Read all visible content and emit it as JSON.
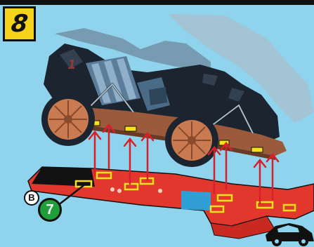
{
  "step": {
    "number": "8"
  },
  "part": {
    "letter": "B",
    "number": "7"
  },
  "car": {
    "side_number": "1"
  },
  "colors": {
    "background": "#8fd3ec",
    "badge": "#f5d31c",
    "arrow": "#d8202a",
    "base": "#e2372c",
    "slot": "#f6e21a",
    "wheel": "#c97a50",
    "part_number_circle": "#1f9e3a"
  },
  "icons": [
    "car-silhouette-icon",
    "up-arrow-icon"
  ]
}
